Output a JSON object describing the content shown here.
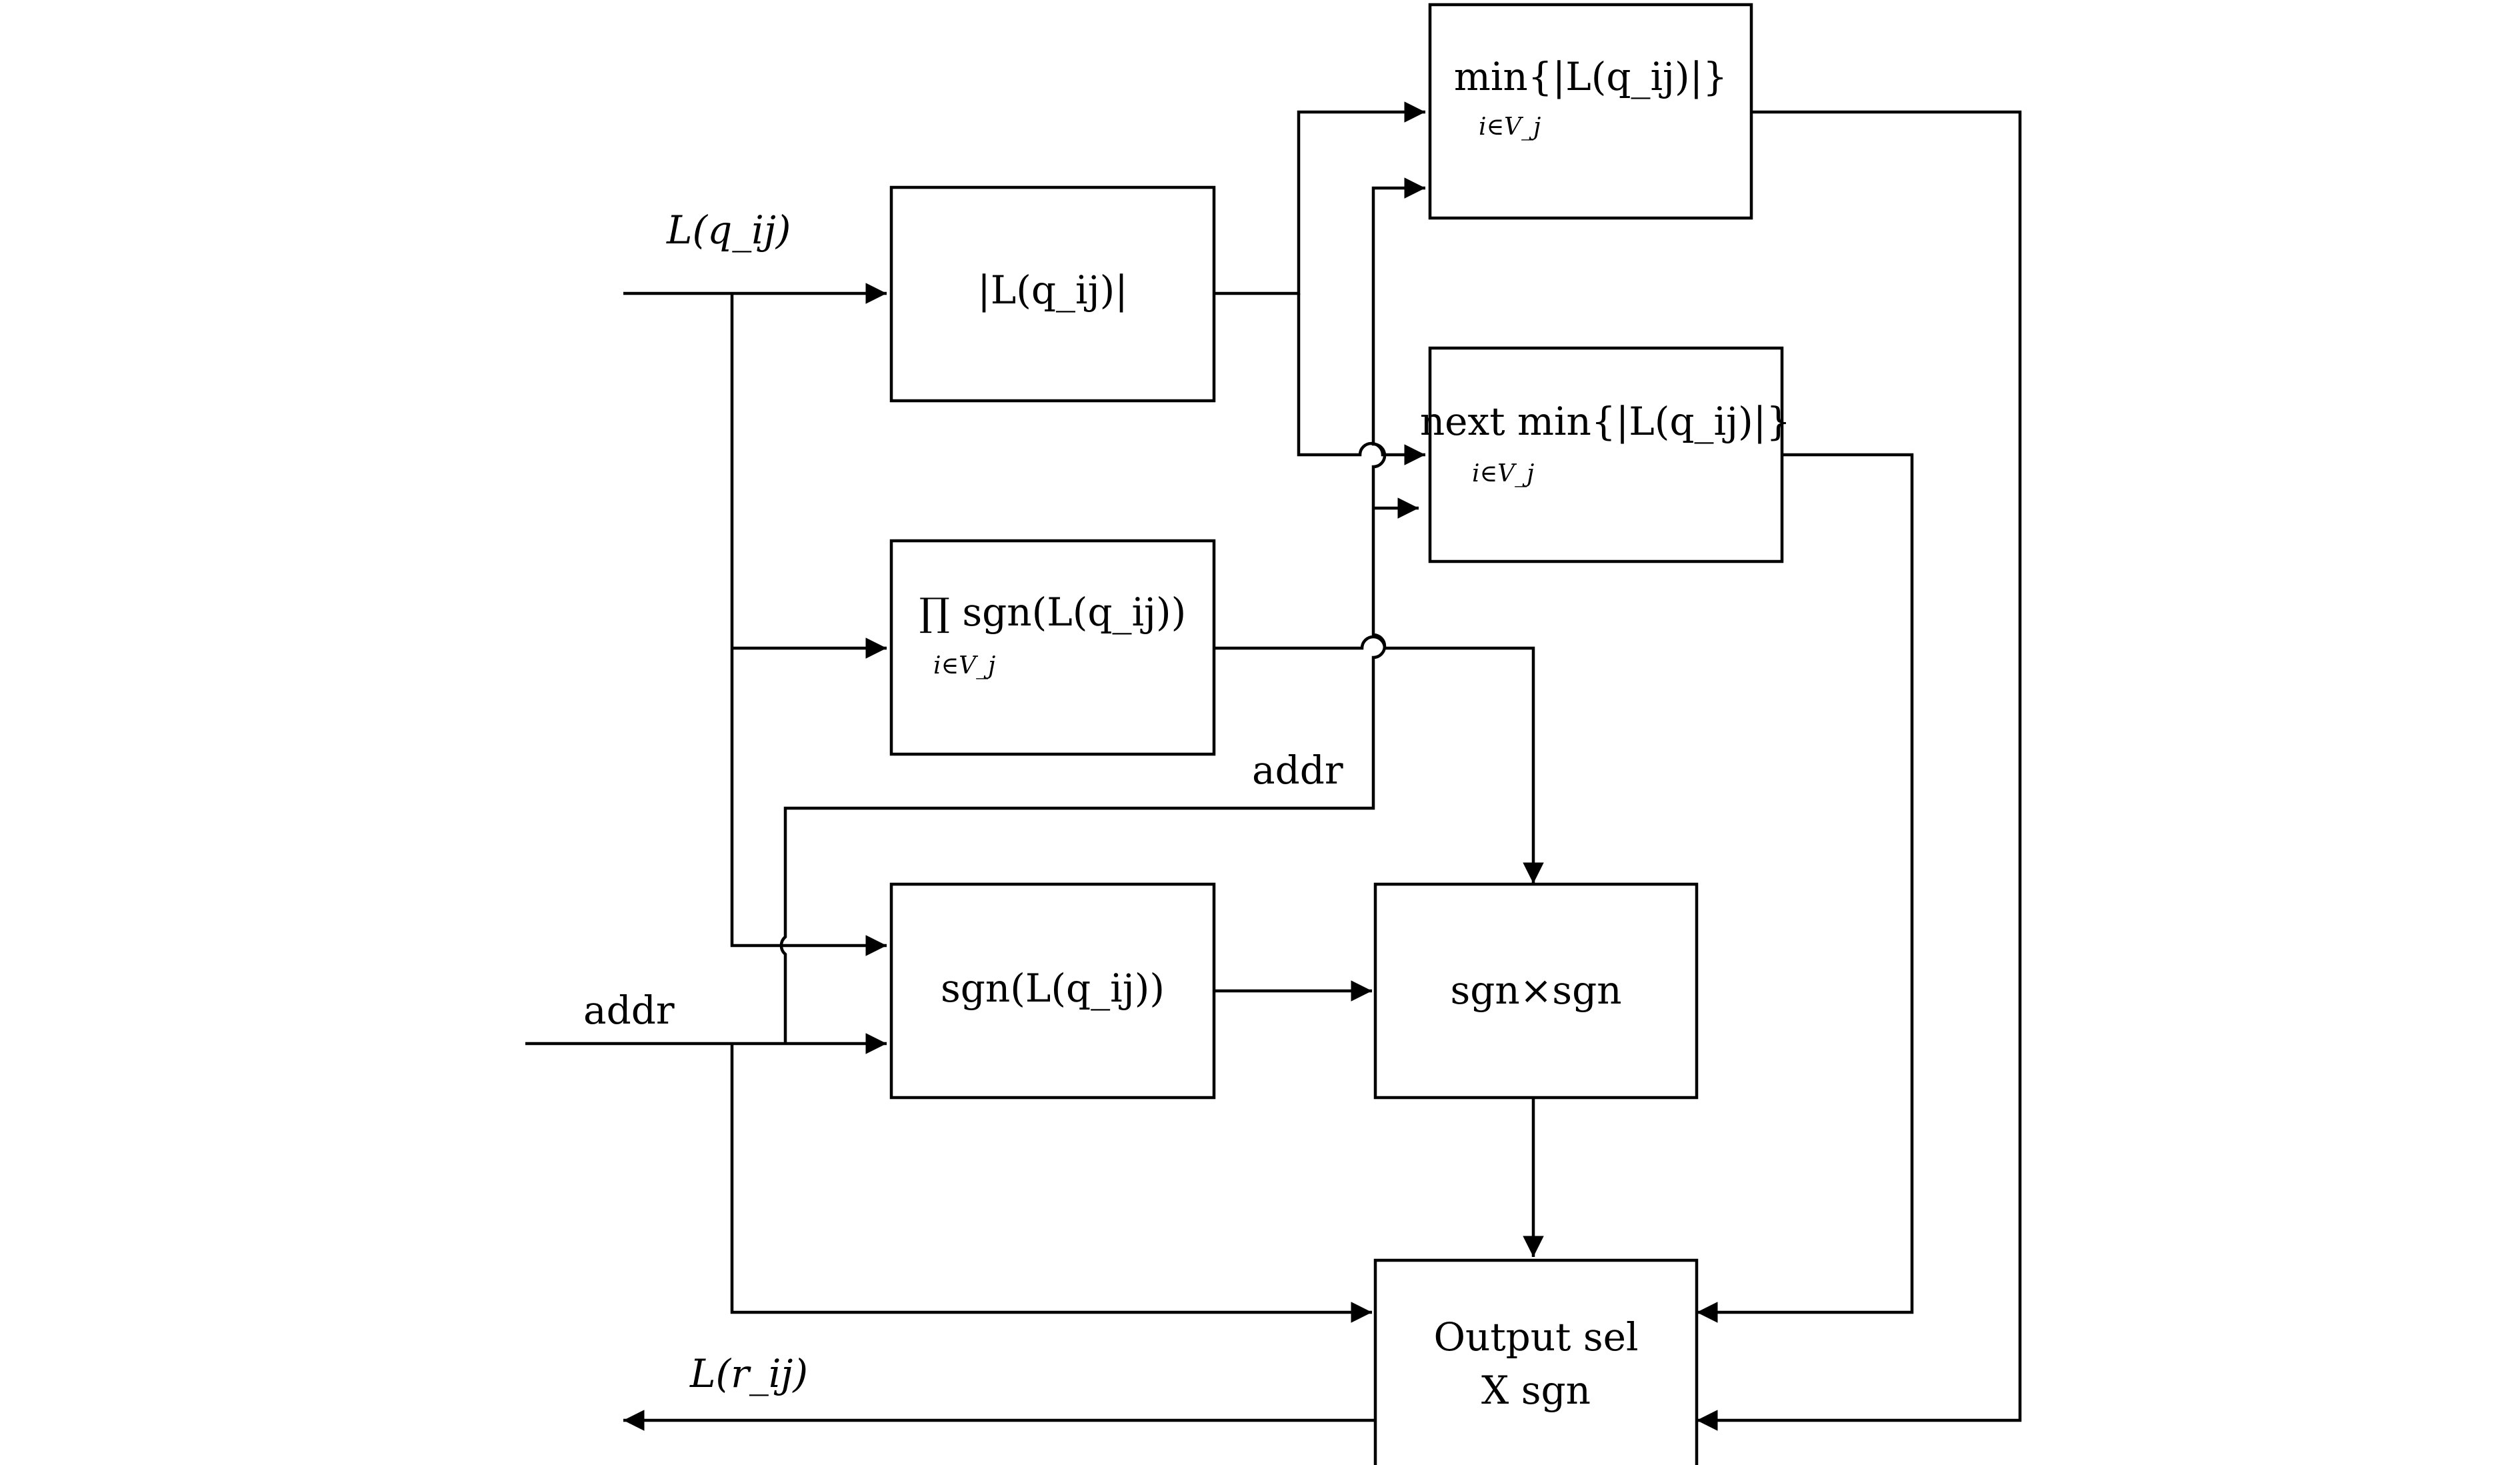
{
  "blocks": {
    "abs": {
      "line1": "|L(q_ij)|"
    },
    "min": {
      "line1": "min{|L(q_ij)|}",
      "line2": "i∈V_j"
    },
    "next_min": {
      "line1": "next min{|L(q_ij)|}",
      "line2": "i∈V_j"
    },
    "sgn_product": {
      "line1": "∏ sgn(L(q_ij))",
      "line2": "i∈V_j"
    },
    "sgn": {
      "line1": "sgn(L(q_ij))"
    },
    "sgn_mult": {
      "line1": "sgn×sgn"
    },
    "output_sel": {
      "line1": "Output sel",
      "line2": "X sgn"
    }
  },
  "signals": {
    "input": "L(q_ij)",
    "addr_input": "addr",
    "addr_internal": "addr",
    "output": "L(r_ij)"
  }
}
